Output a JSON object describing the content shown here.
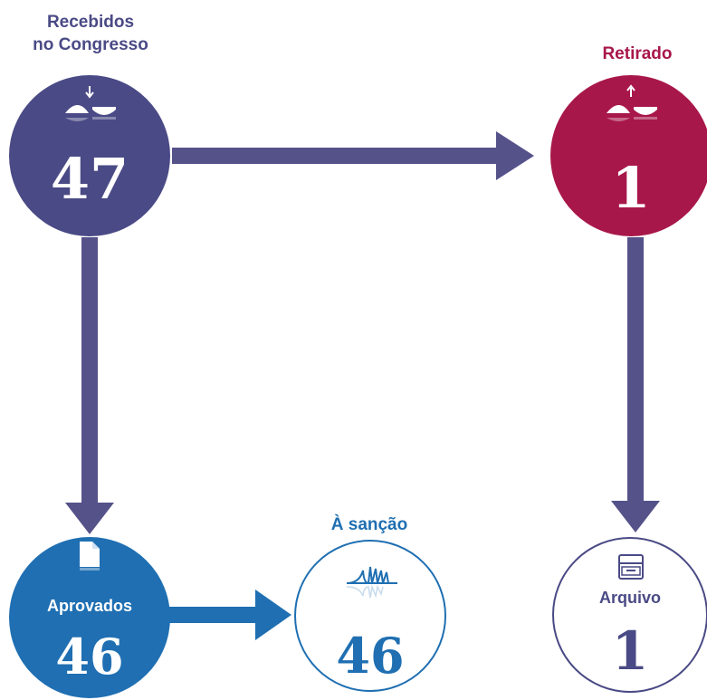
{
  "nodes": {
    "recebidos": {
      "label_line1": "Recebidos",
      "label_line2": "no Congresso",
      "count": "47",
      "color": "#4a4a86"
    },
    "retirado": {
      "label": "Retirado",
      "count": "1",
      "color": "#a8174a"
    },
    "aprovados": {
      "label": "Aprovados",
      "count": "46",
      "color": "#1f6fb2"
    },
    "sancao": {
      "label": "À sanção",
      "count": "46",
      "color": "#1f6fb2"
    },
    "arquivo": {
      "label": "Arquivo",
      "count": "1",
      "color": "#4a4a86"
    }
  },
  "icons": {
    "recebidos": "inbox-bowls-down-icon",
    "retirado": "inbox-bowls-up-icon",
    "aprovados": "document-icon",
    "sancao": "signature-icon",
    "arquivo": "file-cabinet-icon"
  },
  "arrow_color": "#55528a"
}
